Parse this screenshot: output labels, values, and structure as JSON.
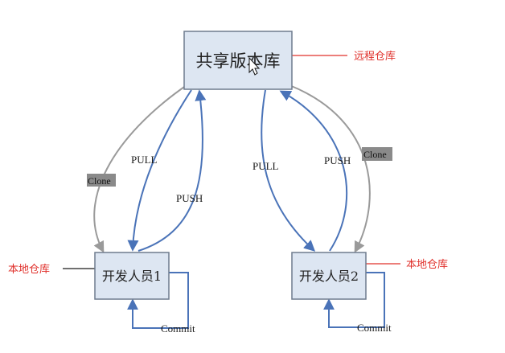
{
  "colors": {
    "box_fill": "#dde6f2",
    "box_stroke": "#6e7b8e",
    "blue_arrow": "#4a73b8",
    "gray_arrow": "#9a9a9a",
    "clone_bg": "#8a8a8a",
    "annotation": "#e0302b"
  },
  "nodes": {
    "shared": {
      "label": "共享版本库",
      "annotation": "远程仓库"
    },
    "dev1": {
      "label": "开发人员1",
      "annotation": "本地仓库"
    },
    "dev2": {
      "label": "开发人员2",
      "annotation": "本地仓库"
    }
  },
  "edges": {
    "dev1_pull": "PULL",
    "dev1_push": "PUSH",
    "dev1_clone": "Clone",
    "dev1_commit": "Commit",
    "dev2_pull": "PULL",
    "dev2_push": "PUSH",
    "dev2_clone": "Clone",
    "dev2_commit": "Commit"
  },
  "icons": {
    "cursor": "mouse-pointer-icon"
  }
}
